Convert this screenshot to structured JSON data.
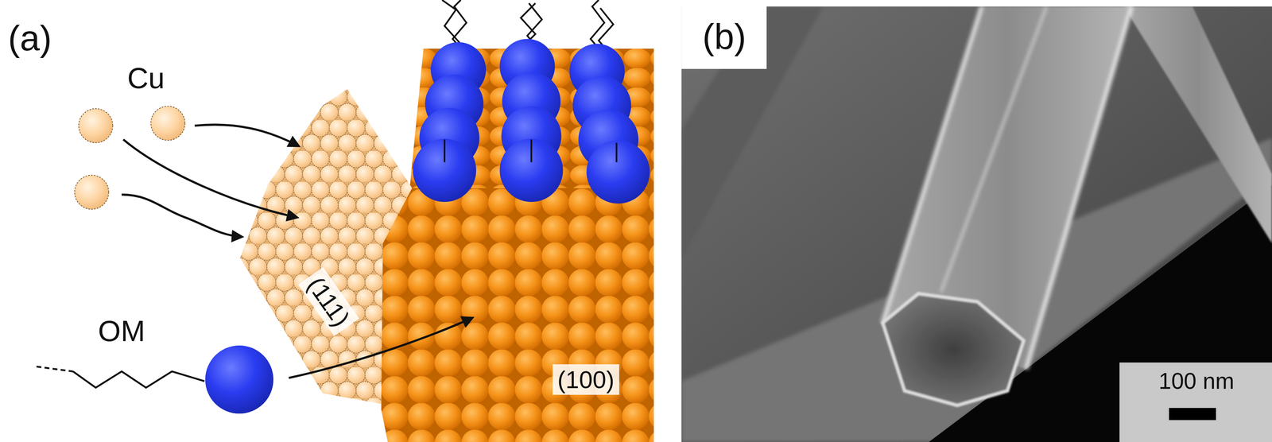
{
  "diagram": {
    "labels": [
      "(a)",
      "Cu",
      "OM",
      "(111)",
      "(100)",
      "(b)",
      "100 nm"
    ]
  }
}
